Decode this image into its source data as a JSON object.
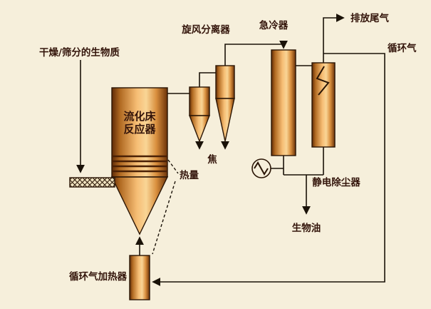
{
  "diagram": {
    "labels": {
      "feed": "干燥/筛分的生物质",
      "cyclone": "旋风分离器",
      "quench": "急冷器",
      "exhaust": "排放尾气",
      "recycle_gas": "循环气",
      "reactor_line1": "流化床",
      "reactor_line2": "反应器",
      "char": "焦",
      "heat": "热量",
      "esp": "静电除尘器",
      "bio_oil": "生物油",
      "recycle_heater": "循环气加热器"
    },
    "colors": {
      "background": "#f6efdb",
      "vessel_dark": "#5f2a06",
      "vessel_mid": "#d98f3e",
      "vessel_light": "#f9d596",
      "line": "#1a1208",
      "text": "#33140a"
    }
  }
}
